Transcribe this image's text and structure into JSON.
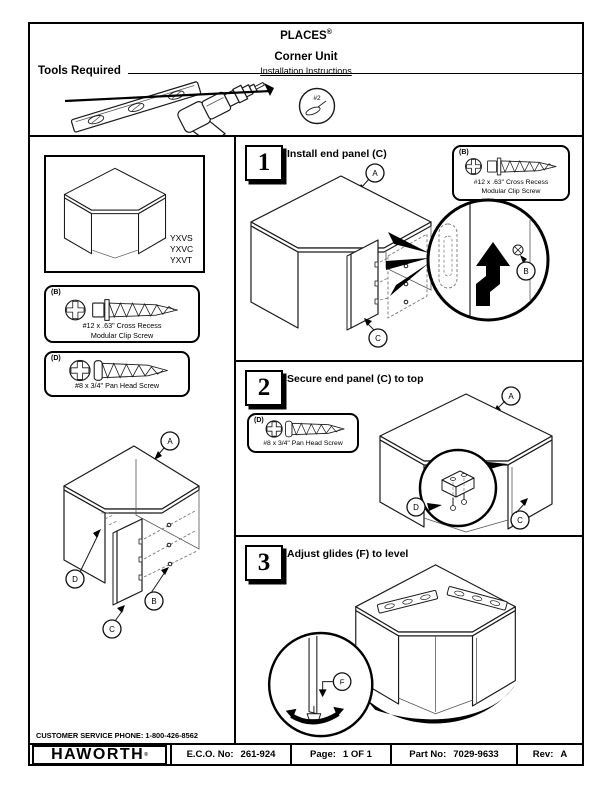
{
  "misc": {
    "reg": "®"
  },
  "header": {
    "brand": "PLACES",
    "product": "Corner Unit",
    "doc_type": "Installation Instructions",
    "tools_label": "Tools Required",
    "bit_size": "#2"
  },
  "models": [
    "YXVS",
    "YXVC",
    "YXVT"
  ],
  "hardware": {
    "b": {
      "tag": "(B)",
      "line1": "#12 x .63\" Cross Recess",
      "line2": "Modular Clip Screw"
    },
    "d": {
      "tag": "(D)",
      "line1": "#8 x 3/4\" Pan Head Screw"
    }
  },
  "labels": {
    "a": "A",
    "b": "B",
    "c": "C",
    "d": "D",
    "f": "F"
  },
  "steps": [
    {
      "num": "1",
      "title": "Install end panel (C)"
    },
    {
      "num": "2",
      "title": "Secure end panel (C) to top"
    },
    {
      "num": "3",
      "title": "Adjust glides (F) to level"
    }
  ],
  "support": {
    "phone": "CUSTOMER SERVICE PHONE: 1-800-426-8562"
  },
  "footer": {
    "brand": "HAWORTH",
    "eco_label": "E.C.O. No:",
    "eco_value": "261-924",
    "page_label": "Page:",
    "page_value": "1 OF 1",
    "part_label": "Part No:",
    "part_value": "7029-9633",
    "rev_label": "Rev:",
    "rev_value": "A"
  }
}
